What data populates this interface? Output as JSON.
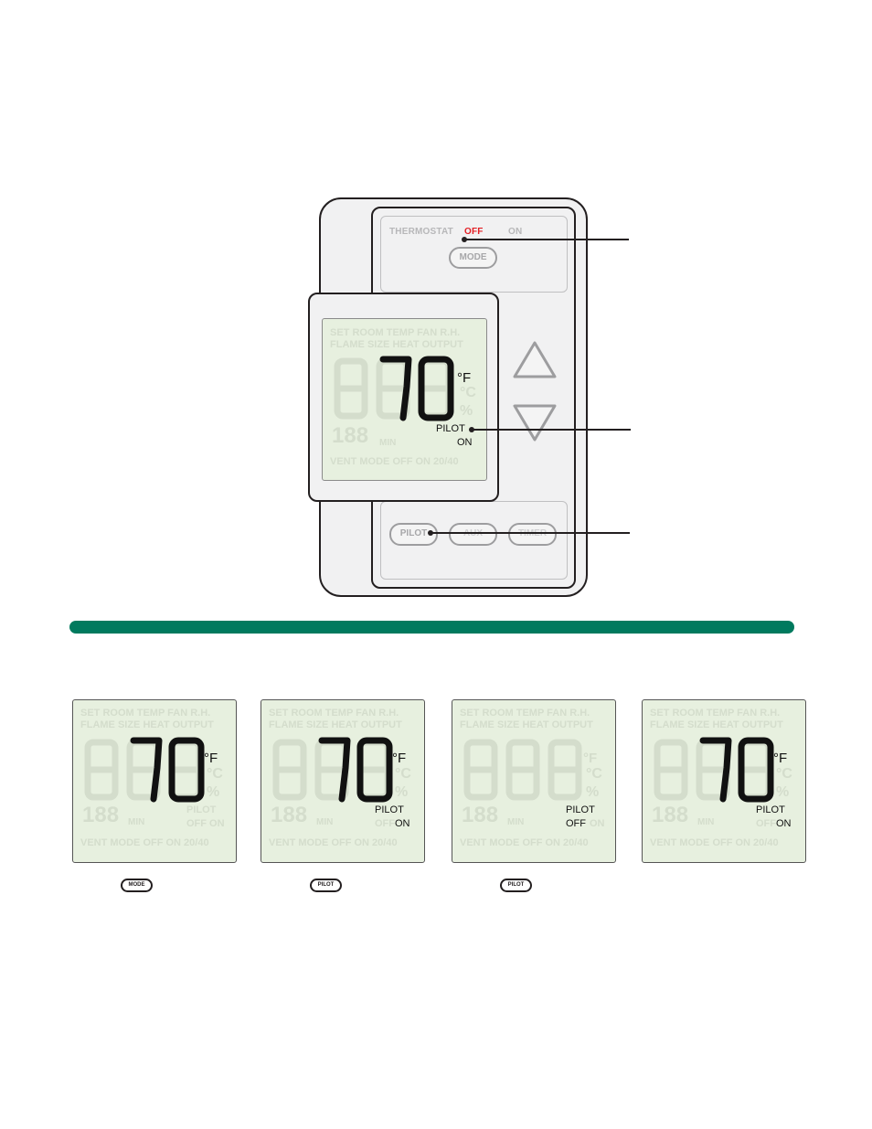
{
  "main_device": {
    "thermostat_label": "THERMOSTAT",
    "off_label": "OFF",
    "on_label": "ON",
    "mode_button": "MODE",
    "pilot_button": "PILOT",
    "aux_button": "AUX",
    "timer_button": "TIMER",
    "accent_color": "#e31e24",
    "lcd": {
      "faint_row1": "SET ROOM TEMP  FAN  R.H.",
      "faint_row2": "FLAME SIZE   HEAT OUTPUT",
      "faint_small": "188",
      "faint_min": "MIN",
      "faint_bottom": "VENT MODE  OFF ON 20/40",
      "faint_c": "°C",
      "faint_pct": "%",
      "temp": "70",
      "unit": "°F",
      "pilot": "PILOT",
      "pilot_state": "ON"
    }
  },
  "divider_color": "#007a5e",
  "steps": [
    {
      "temp": "70",
      "unit": "°F",
      "pilot": "",
      "pilot_state": "",
      "button": "MODE",
      "faint_pilot": "PILOT",
      "faint_state": "OFF ON",
      "digits_faint": "888"
    },
    {
      "temp": "70",
      "unit": "°F",
      "pilot": "PILOT",
      "pilot_state": "ON",
      "button": "PILOT",
      "faint_pilot": "",
      "faint_state": "OFF",
      "digits_faint": "888"
    },
    {
      "temp": "",
      "unit": "",
      "pilot": "PILOT",
      "pilot_state": "OFF",
      "button": "PILOT",
      "faint_pilot": "",
      "faint_state": "ON",
      "digits_faint": "888"
    },
    {
      "temp": "70",
      "unit": "°F",
      "pilot": "PILOT",
      "pilot_state": "ON",
      "button": "",
      "faint_pilot": "",
      "faint_state": "OFF",
      "digits_faint": "888"
    }
  ],
  "lcd_faint": {
    "row1": "SET ROOM TEMP  FAN  R.H.",
    "row2": "FLAME SIZE   HEAT OUTPUT",
    "small": "188",
    "min": "MIN",
    "bottom": "VENT MODE  OFF ON 20/40",
    "c": "°C",
    "pct": "%",
    "f": "°F"
  }
}
